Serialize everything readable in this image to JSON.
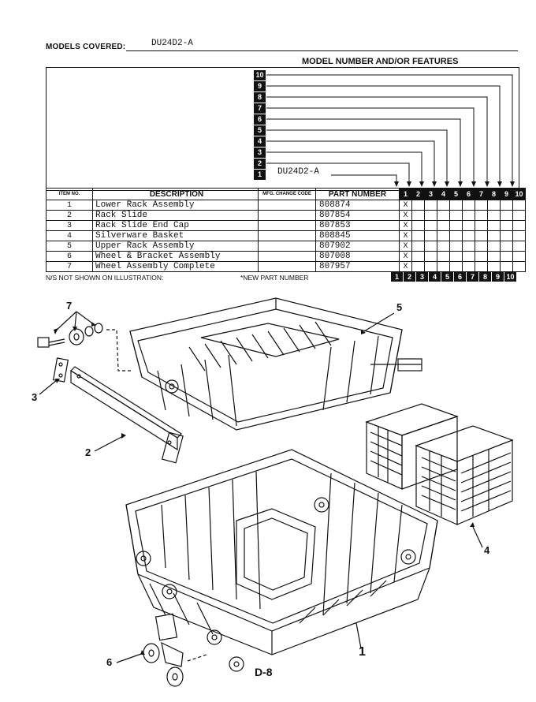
{
  "header": {
    "models_covered_label": "MODELS COVERED:",
    "models_covered_value": "DU24D2-A",
    "model_features_title": "MODEL NUMBER AND/OR FEATURES",
    "model_entry": "DU24D2-A",
    "model_positions": [
      "10",
      "9",
      "8",
      "7",
      "6",
      "5",
      "4",
      "3",
      "2",
      "1"
    ]
  },
  "table": {
    "headers": {
      "item_no": "ITEM NO.",
      "description": "DESCRIPTION",
      "mfg_change_code": "MFG. CHANGE CODE",
      "part_number": "PART NUMBER"
    },
    "model_columns": [
      "1",
      "2",
      "3",
      "4",
      "5",
      "6",
      "7",
      "8",
      "9",
      "10"
    ],
    "rows": [
      {
        "item": "1",
        "description": "Lower Rack Assembly",
        "part_number": "808874",
        "mark": "X"
      },
      {
        "item": "2",
        "description": "Rack Slide",
        "part_number": "807854",
        "mark": "X"
      },
      {
        "item": "3",
        "description": "Rack Slide End Cap",
        "part_number": "807853",
        "mark": "X"
      },
      {
        "item": "4",
        "description": "Silverware Basket",
        "part_number": "808845",
        "mark": "X"
      },
      {
        "item": "5",
        "description": "Upper Rack Assembly",
        "part_number": "807902",
        "mark": "X"
      },
      {
        "item": "6",
        "description": "Wheel & Bracket Assembly",
        "part_number": "807008",
        "mark": "X"
      },
      {
        "item": "7",
        "description": "Wheel Assembly Complete",
        "part_number": "807957",
        "mark": "X"
      }
    ]
  },
  "footer": {
    "not_shown": "N/S NOT SHOWN ON ILLUSTRATION:",
    "new_part": "*NEW PART NUMBER"
  },
  "callouts": {
    "c1": "1",
    "c2": "2",
    "c3": "3",
    "c4": "4",
    "c5": "5",
    "c6": "6",
    "c7": "7"
  },
  "page_code": "D-8"
}
